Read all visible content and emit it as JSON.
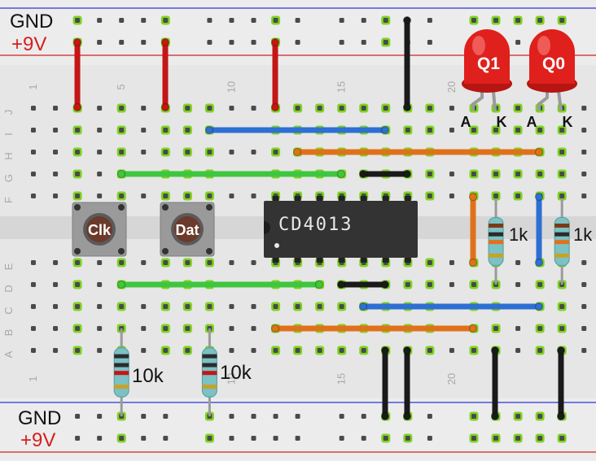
{
  "rails": {
    "top_gnd": "GND",
    "top_v9": "+9V",
    "bottom_gnd": "GND",
    "bottom_v9": "+9V"
  },
  "row_letters_top": [
    "J",
    "I",
    "H",
    "G",
    "F"
  ],
  "row_letters_bottom": [
    "E",
    "D",
    "C",
    "B",
    "A"
  ],
  "column_numbers": [
    "1",
    "5",
    "10",
    "15",
    "20"
  ],
  "chip": {
    "label": "CD4013"
  },
  "buttons": [
    {
      "label": "Clk"
    },
    {
      "label": "Dat"
    }
  ],
  "leds": [
    {
      "label": "Q1",
      "anode": "A",
      "cathode": "K"
    },
    {
      "label": "Q0",
      "anode": "A",
      "cathode": "K"
    }
  ],
  "resistors": {
    "led_limit": [
      "1k",
      "1k"
    ],
    "pulldown": [
      "10k",
      "10k"
    ]
  },
  "colors": {
    "board": "#e6e6e6",
    "hole": "#4a4a4a",
    "active_hole": "#7ed321",
    "rail_blue": "#2a36d6",
    "rail_red": "#d41f1f",
    "wire_red": "#c41616",
    "wire_black": "#1a1a1a",
    "wire_blue": "#2d6fd3",
    "wire_orange": "#e0711a",
    "wire_green": "#3fc63f",
    "chip_body": "#333333",
    "led_red": "#e0201c",
    "button_cap": "#6b3a2a"
  }
}
